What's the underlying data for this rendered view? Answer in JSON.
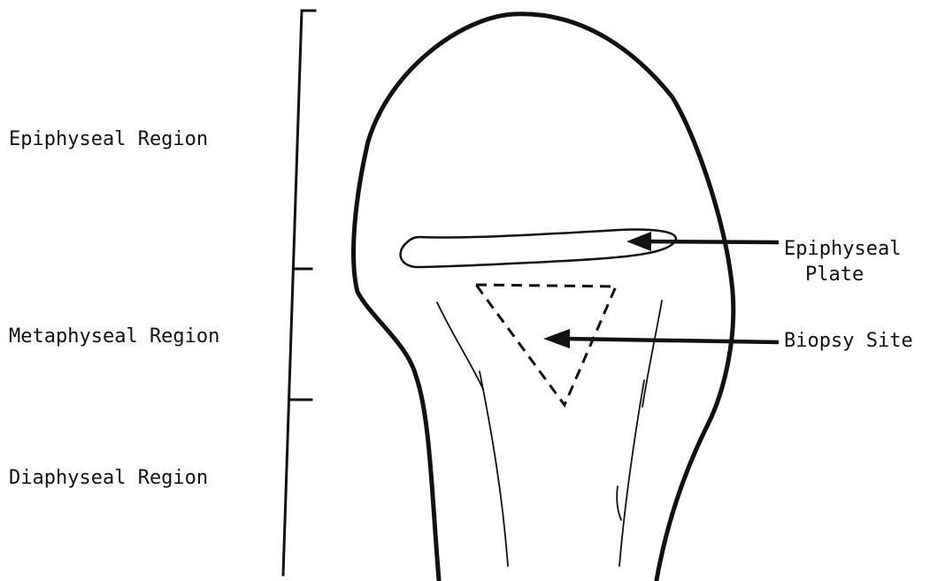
{
  "regions": {
    "epiphyseal": "Epiphyseal Region",
    "metaphyseal": "Metaphyseal Region",
    "diaphyseal": "Diaphyseal Region"
  },
  "callouts": {
    "epiphyseal_plate_line1": "Epiphyseal",
    "epiphyseal_plate_line2": "Plate",
    "biopsy_site": "Biopsy Site"
  },
  "colors": {
    "ink": "#111111",
    "background": "#ffffff"
  }
}
